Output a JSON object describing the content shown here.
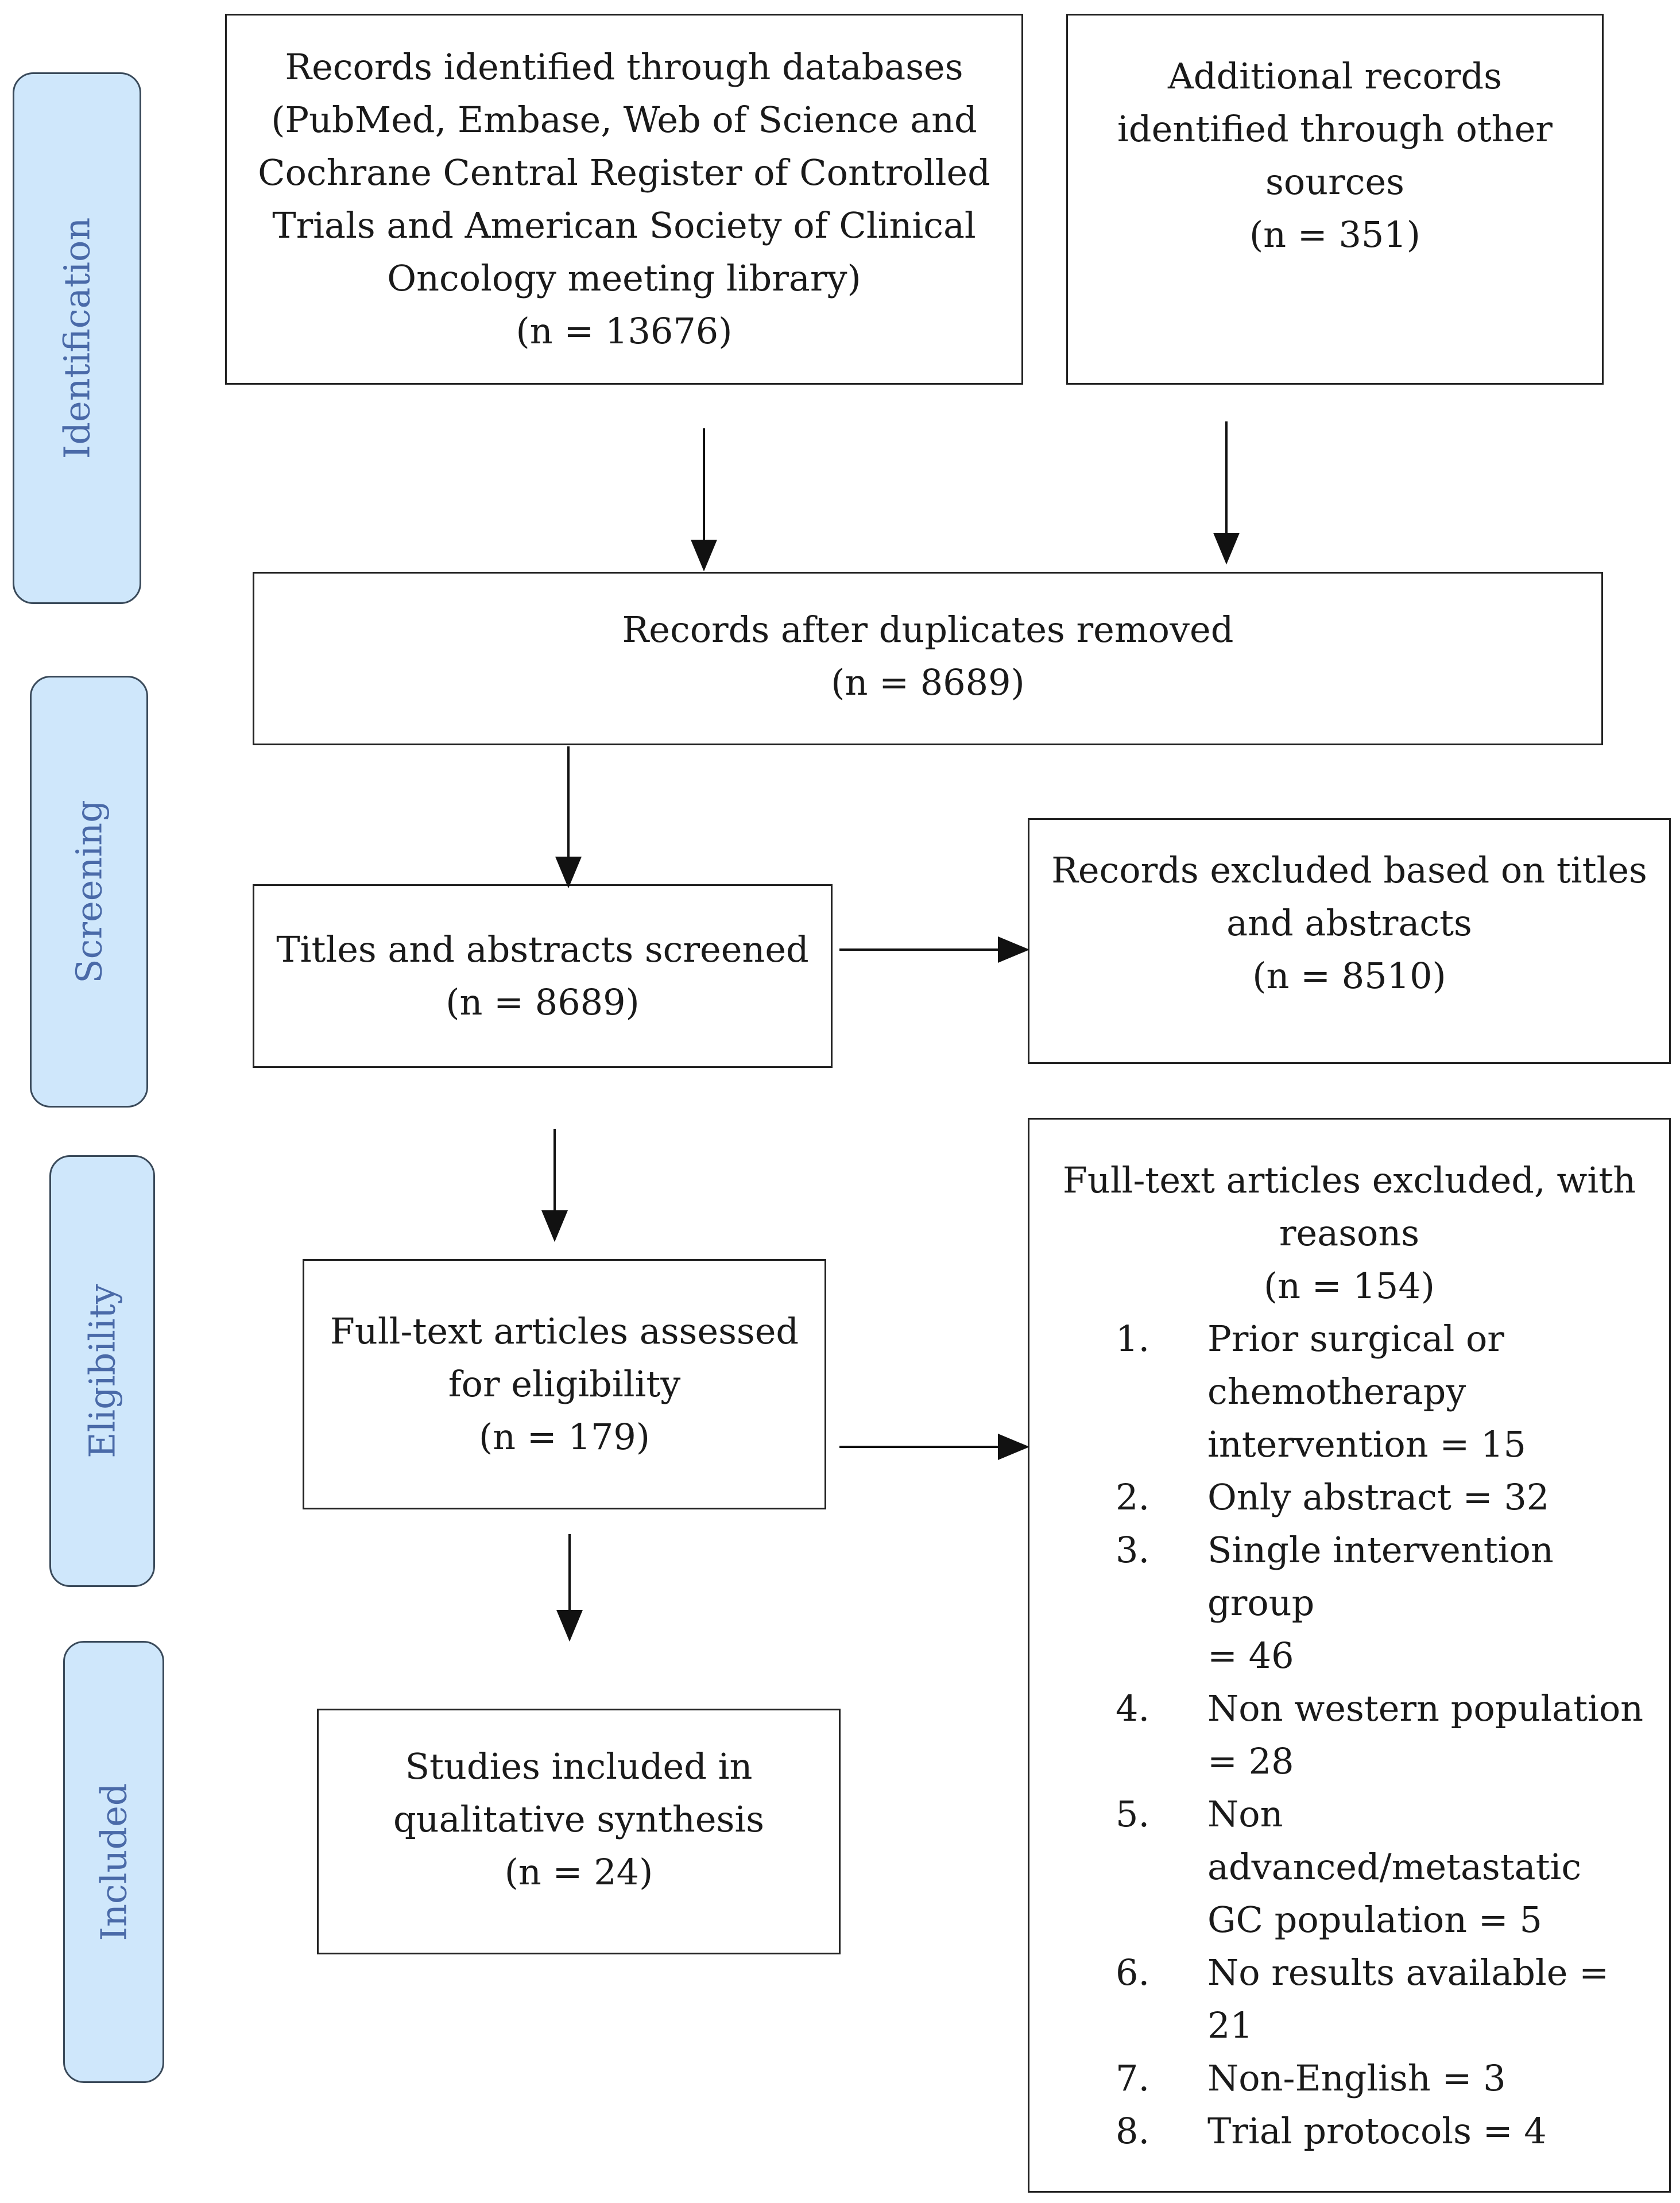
{
  "phases": [
    {
      "id": "identification",
      "label": "Identification"
    },
    {
      "id": "screening",
      "label": "Screening"
    },
    {
      "id": "eligibility",
      "label": "Eligibility"
    },
    {
      "id": "included",
      "label": "Included"
    }
  ],
  "boxes": {
    "databases": {
      "lines": [
        "Records identified through databases",
        "(PubMed, Embase, Web of Science and",
        "Cochrane Central Register of Controlled",
        "Trials and  American Society of Clinical",
        "Oncology meeting library)",
        "(n = 13676)"
      ]
    },
    "other_sources": {
      "lines": [
        "Additional records",
        "identified through other",
        "sources",
        "(n = 351)"
      ]
    },
    "after_duplicates": {
      "lines": [
        "Records after duplicates removed",
        "(n = 8689)"
      ]
    },
    "screened": {
      "lines": [
        "Titles and abstracts screened",
        "(n = 8689)"
      ]
    },
    "excluded_titles": {
      "lines": [
        "Records excluded based on titles",
        "and abstracts",
        "(n = 8510)"
      ]
    },
    "fulltext_assessed": {
      "lines": [
        "Full-text articles assessed",
        "for eligibility",
        "(n = 179)"
      ]
    },
    "included": {
      "lines": [
        "Studies included in",
        "qualitative synthesis",
        "(n = 24)"
      ]
    },
    "fulltext_excluded": {
      "heading_lines": [
        "Full-text articles excluded, with",
        "reasons",
        "(n = 154)"
      ],
      "reasons": [
        {
          "num": "1.",
          "lines": [
            "Prior surgical or",
            "chemotherapy",
            "intervention = 15"
          ]
        },
        {
          "num": "2.",
          "lines": [
            "Only abstract = 32"
          ]
        },
        {
          "num": "3.",
          "lines": [
            "Single intervention group",
            "= 46"
          ]
        },
        {
          "num": "4.",
          "lines": [
            "Non western population",
            "= 28"
          ]
        },
        {
          "num": "5.",
          "lines": [
            "Non advanced/metastatic",
            "GC population = 5"
          ]
        },
        {
          "num": "6.",
          "lines": [
            "No results available = 21"
          ]
        },
        {
          "num": "7.",
          "lines": [
            "Non-English = 3"
          ]
        },
        {
          "num": "8.",
          "lines": [
            "Trial protocols = 4"
          ]
        }
      ]
    }
  }
}
